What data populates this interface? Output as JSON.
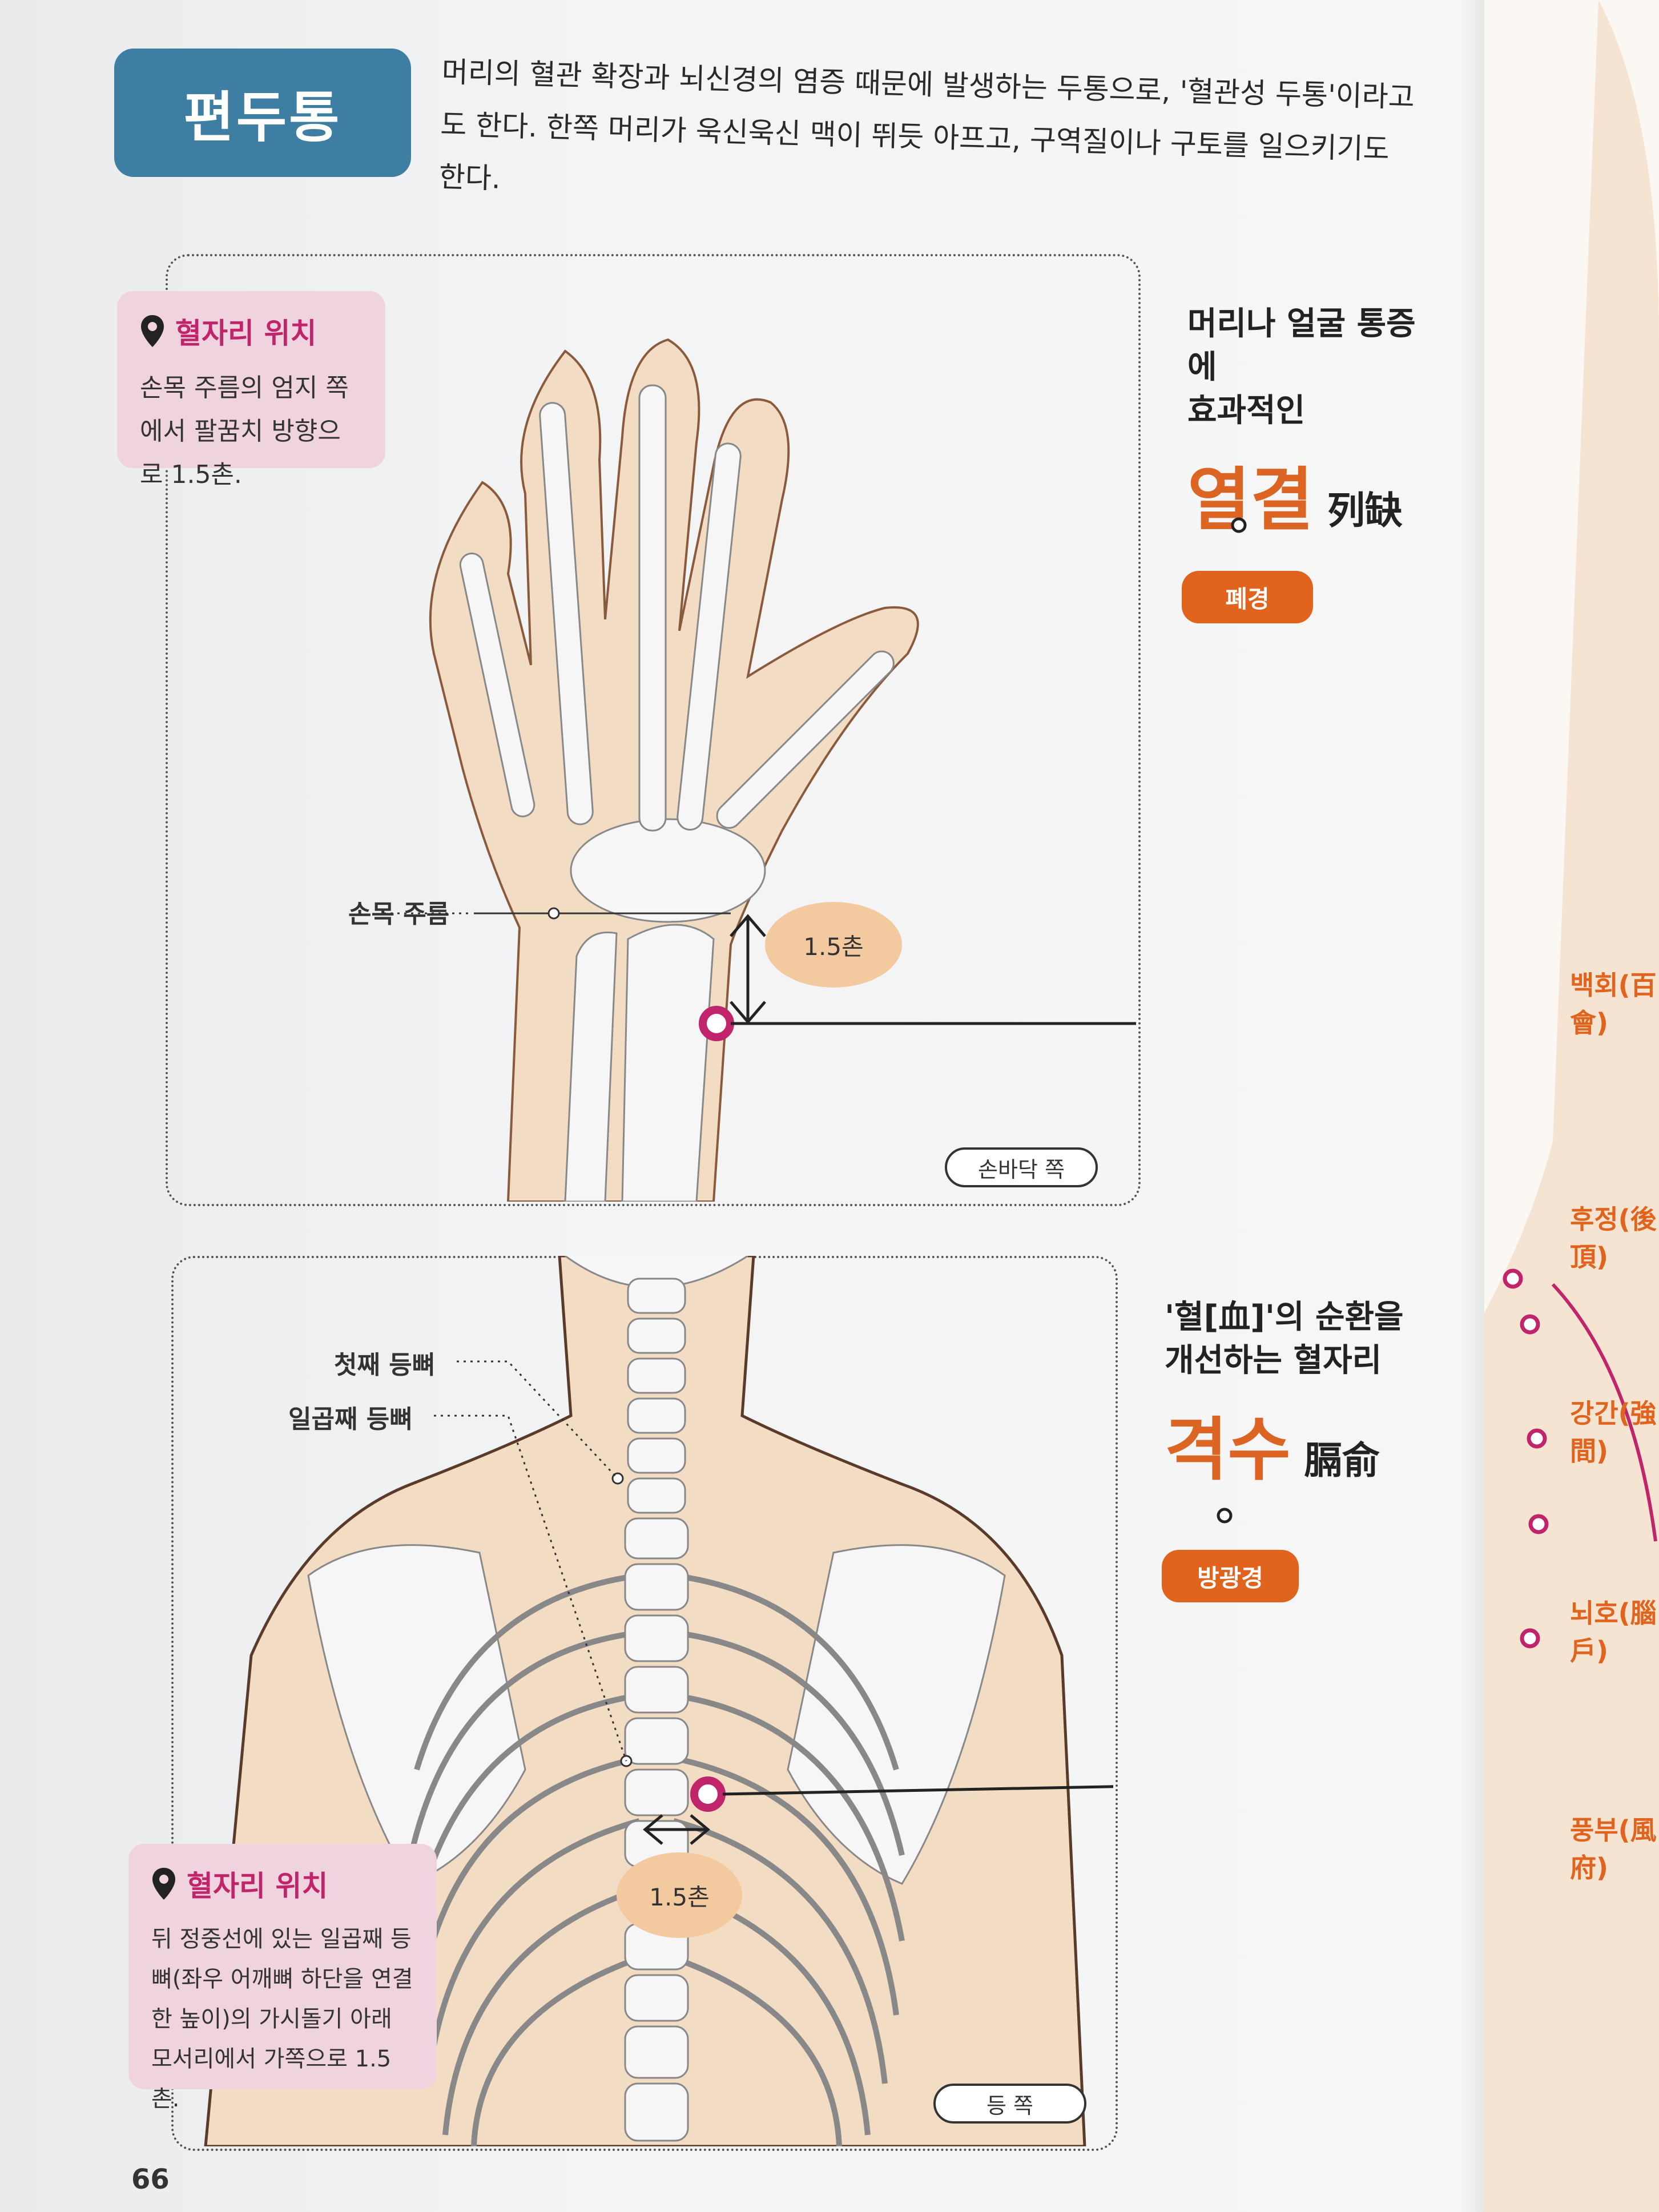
{
  "header": {
    "title": "편두통",
    "intro": "머리의 혈관 확장과 뇌신경의 염증 때문에 발생하는 두통으로, '혈관성 두통'이라고도 한다. 한쪽 머리가 욱신욱신 맥이 뛰듯 아프고, 구역질이나 구토를 일으키기도 한다."
  },
  "panel1": {
    "location_title": "혈자리 위치",
    "location_text": "손목 주름의 엄지 쪽에서 팔꿈치 방향으로 1.5촌.",
    "subtitle_line1": "머리나 얼굴 통증에",
    "subtitle_line2": "효과적인",
    "point_name": "열결",
    "point_hanja": "列缺",
    "meridian": "폐경",
    "wrist_crease_label": "손목 주름",
    "distance_label": "1.5촌",
    "view_label": "손바닥 쪽"
  },
  "panel2": {
    "location_title": "혈자리 위치",
    "location_text": "뒤 정중선에 있는 일곱째 등뼈(좌우 어깨뼈 하단을 연결한 높이)의 가시돌기 아래 모서리에서 가쪽으로 1.5촌.",
    "subtitle_line1": "'혈[血]'의 순환을",
    "subtitle_line2": "개선하는 혈자리",
    "point_name": "격수",
    "point_hanja": "膈俞",
    "meridian": "방광경",
    "vertebra1_label": "첫째 등뼈",
    "vertebra7_label": "일곱째 등뼈",
    "distance_label": "1.5촌",
    "view_label": "등 쪽"
  },
  "page_number": "66",
  "next_page": {
    "items": [
      "백회(百會)",
      "후정(後頂)",
      "강간(強間)",
      "뇌호(腦戶)",
      "풍부(風府)"
    ]
  },
  "colors": {
    "title_badge": "#3f7ea3",
    "accent_orange": "#dd6523",
    "acupoint_pink": "#c0246a",
    "location_box": "#efd3df",
    "skin": "#f3dcc4"
  }
}
